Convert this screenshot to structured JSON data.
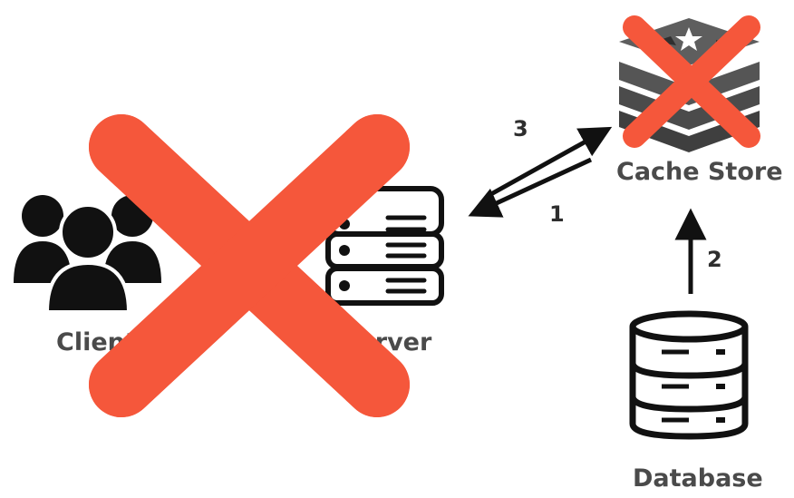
{
  "nodes": {
    "client": {
      "label": "Client"
    },
    "server": {
      "label": "Server"
    },
    "cache_store": {
      "label": "Cache Store"
    },
    "database": {
      "label": "Database"
    }
  },
  "steps": {
    "step_1": "1",
    "step_2": "2",
    "step_3": "3"
  },
  "colors": {
    "cross": "#f5573b",
    "icon": "#111111",
    "label": "#4a4a4a",
    "cache_icon": "#4b4b4b"
  },
  "icons": {
    "client": "users-group-icon",
    "server": "server-stack-icon",
    "cache_store": "redis-cache-icon",
    "database": "database-cylinder-icon",
    "disabled": "red-x-cross-icon"
  }
}
